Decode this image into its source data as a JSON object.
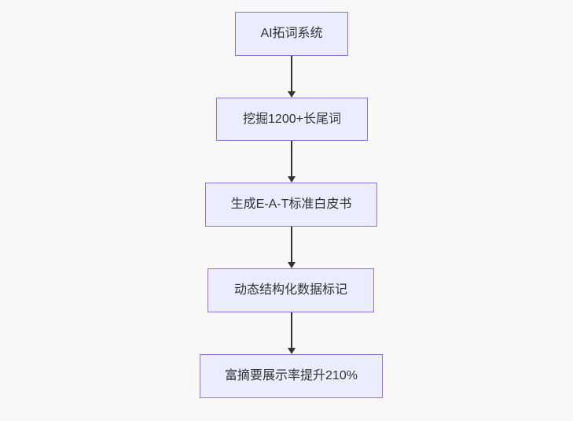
{
  "diagram": {
    "type": "flowchart-top-down",
    "nodes": [
      {
        "id": "n1",
        "label": "AI拓词系统"
      },
      {
        "id": "n2",
        "label": "挖掘1200+长尾词"
      },
      {
        "id": "n3",
        "label": "生成E-A-T标准白皮书"
      },
      {
        "id": "n4",
        "label": "动态结构化数据标记"
      },
      {
        "id": "n5",
        "label": "富摘要展示率提升210%"
      }
    ],
    "edges": [
      {
        "from": "n1",
        "to": "n2"
      },
      {
        "from": "n2",
        "to": "n3"
      },
      {
        "from": "n3",
        "to": "n4"
      },
      {
        "from": "n4",
        "to": "n5"
      }
    ]
  },
  "colors": {
    "background": "#f8f8f8",
    "node_fill": "#ECECFF",
    "node_border": "#9370DB",
    "node_text": "#333333",
    "arrow": "#333333"
  }
}
